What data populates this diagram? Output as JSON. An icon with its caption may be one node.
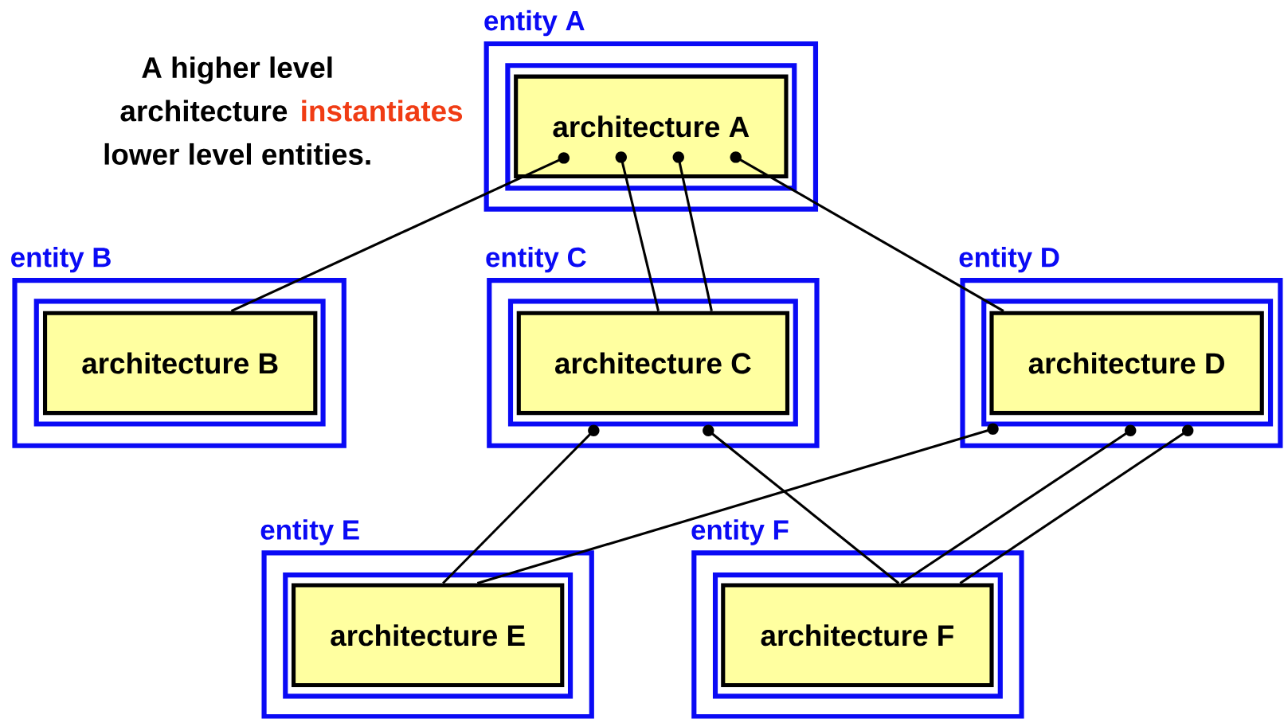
{
  "diagram": {
    "nodes": [
      {
        "text": [
          "entity A"
        ]
      },
      {
        "text": [],
        "shape": "box",
        "in": 0
      },
      {
        "text": [
          "architecture A"
        ],
        "in": 1
      },
      {
        "text": [
          "entity B"
        ]
      },
      {
        "text": [],
        "shape": "box",
        "in": 3
      },
      {
        "text": [
          "architecture B"
        ],
        "in": 4
      },
      {
        "text": [
          "entity C"
        ]
      },
      {
        "text": [],
        "shape": "box",
        "in": 6
      },
      {
        "text": [
          "architecture C"
        ],
        "in": 7
      },
      {
        "text": [
          "entity D"
        ]
      },
      {
        "text": [],
        "shape": "box",
        "in": 9
      },
      {
        "text": [
          "architecture D"
        ],
        "in": 10
      },
      {
        "text": [
          "entity E"
        ]
      },
      {
        "text": [],
        "shape": "box",
        "in": 12
      },
      {
        "text": [
          "architecture E"
        ],
        "in": 13
      },
      {
        "text": [
          "entity F"
        ]
      },
      {
        "text": [],
        "shape": "box",
        "in": 15
      },
      {
        "text": [
          "architecture F"
        ],
        "in": 16
      }
    ],
    "edges": [
      {
        "from": 2,
        "to": 5,
        "arrow": "other"
      },
      {
        "from": 2,
        "to": 8,
        "arrow": "other"
      },
      {
        "from": 2,
        "to": 8,
        "arrow": "other"
      },
      {
        "from": 2,
        "to": 11,
        "arrow": "other"
      },
      {
        "from": 8,
        "to": 14,
        "arrow": "other"
      },
      {
        "from": 8,
        "to": 17,
        "arrow": "other"
      },
      {
        "from": 11,
        "to": 14,
        "arrow": "other"
      },
      {
        "from": 11,
        "to": 17,
        "arrow": "other"
      },
      {
        "from": 11,
        "to": 17,
        "arrow": "other"
      }
    ],
    "labels": [
      "A higher level",
      "architecture",
      "instantiates",
      "lower level entities."
    ]
  }
}
